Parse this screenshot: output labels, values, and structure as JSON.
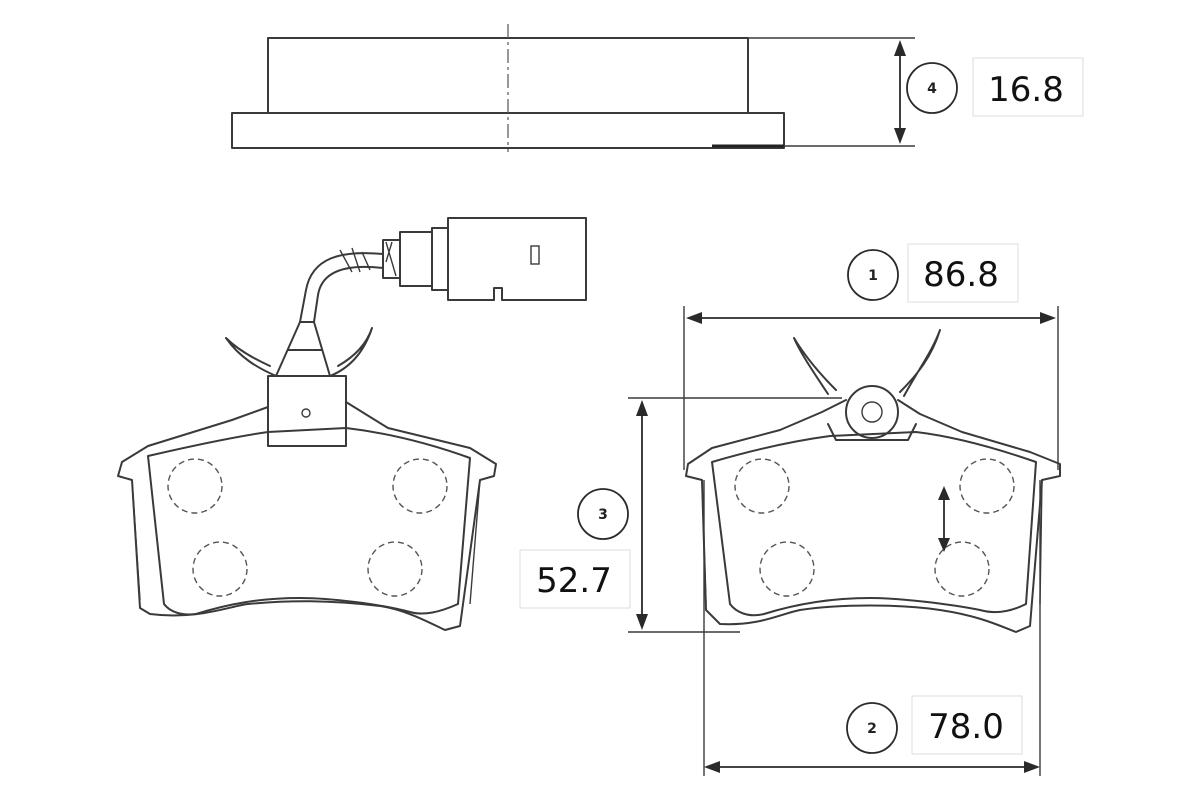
{
  "dimensions": [
    {
      "id": "1",
      "value": "86.8"
    },
    {
      "id": "2",
      "value": "78.0"
    },
    {
      "id": "3",
      "value": "52.7"
    },
    {
      "id": "4",
      "value": "16.8"
    }
  ],
  "colors": {
    "line": "#3a3a3a",
    "text": "#111111",
    "background": "#ffffff"
  }
}
